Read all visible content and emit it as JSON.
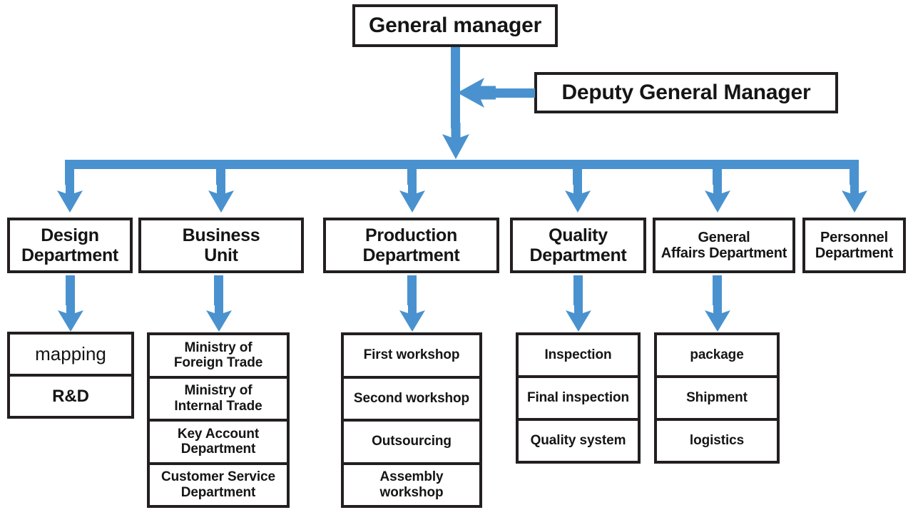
{
  "diagram": {
    "title_text": "General manager",
    "accent_color": "#4a92cf",
    "box_border_color": "#231f20",
    "background": "#ffffff"
  },
  "top": {
    "general_manager": "General manager",
    "deputy_general_manager": "Deputy General Manager"
  },
  "departments": [
    {
      "label": "Design\nDepartment"
    },
    {
      "label": "Business\nUnit"
    },
    {
      "label": "Production\nDepartment"
    },
    {
      "label": "Quality\nDepartment"
    },
    {
      "label": "General\nAffairs Department"
    },
    {
      "label": "Personnel\nDepartment"
    }
  ],
  "subunits": {
    "design": [
      {
        "label": "mapping"
      },
      {
        "label": "R&D"
      }
    ],
    "business": [
      {
        "label": "Ministry of\nForeign Trade"
      },
      {
        "label": "Ministry of\nInternal Trade"
      },
      {
        "label": "Key Account\nDepartment"
      },
      {
        "label": "Customer Service\nDepartment"
      }
    ],
    "production": [
      {
        "label": "First workshop"
      },
      {
        "label": "Second workshop"
      },
      {
        "label": "Outsourcing"
      },
      {
        "label": "Assembly\nworkshop"
      }
    ],
    "quality": [
      {
        "label": "Inspection"
      },
      {
        "label": "Final inspection"
      },
      {
        "label": "Quality system"
      }
    ],
    "general_affairs": [
      {
        "label": "package"
      },
      {
        "label": "Shipment"
      },
      {
        "label": "logistics"
      }
    ],
    "personnel": []
  }
}
